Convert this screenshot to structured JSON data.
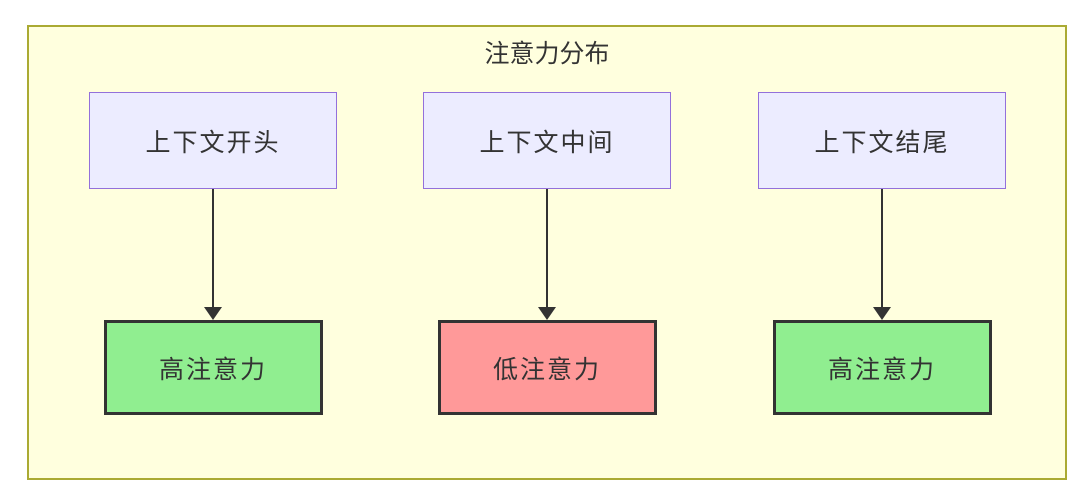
{
  "diagram": {
    "title": "注意力分布",
    "columns": [
      {
        "top_label": "上下文开头",
        "bottom_label": "高注意力",
        "bottom_state": "high"
      },
      {
        "top_label": "上下文中间",
        "bottom_label": "低注意力",
        "bottom_state": "low"
      },
      {
        "top_label": "上下文结尾",
        "bottom_label": "高注意力",
        "bottom_state": "high"
      }
    ],
    "colors": {
      "canvas_bg": "#ffffde",
      "canvas_border": "#aaaa33",
      "context_node_bg": "#ececff",
      "context_node_border": "#9370db",
      "high_attention_bg": "#90ee90",
      "low_attention_bg": "#ff9999",
      "attention_node_border": "#333333",
      "arrow": "#333333",
      "text": "#333333"
    }
  }
}
